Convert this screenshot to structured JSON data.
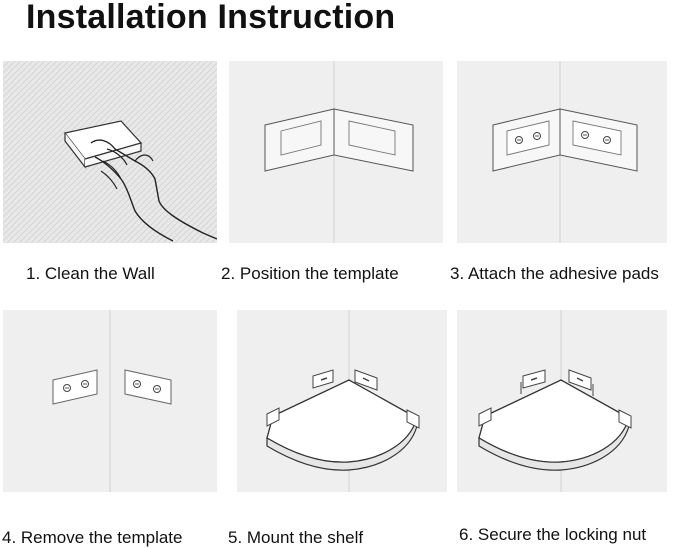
{
  "title": "Installation Instruction",
  "steps": [
    {
      "caption": "1.  Clean the Wall",
      "illustration": "hand-wiping-wall-icon"
    },
    {
      "caption": "2. Position the template",
      "illustration": "template-on-corner-icon"
    },
    {
      "caption": "3.  Attach the adhesive pads",
      "illustration": "adhesive-pads-icon"
    },
    {
      "caption": "4. Remove the template",
      "illustration": "mounting-brackets-icon"
    },
    {
      "caption": "5. Mount the shelf",
      "illustration": "corner-shelf-icon"
    },
    {
      "caption": "6.  Secure the locking nut",
      "illustration": "locking-nut-icon"
    }
  ],
  "colors": {
    "panel_bg": "#efefef",
    "line": "#444444",
    "text": "#111111"
  }
}
